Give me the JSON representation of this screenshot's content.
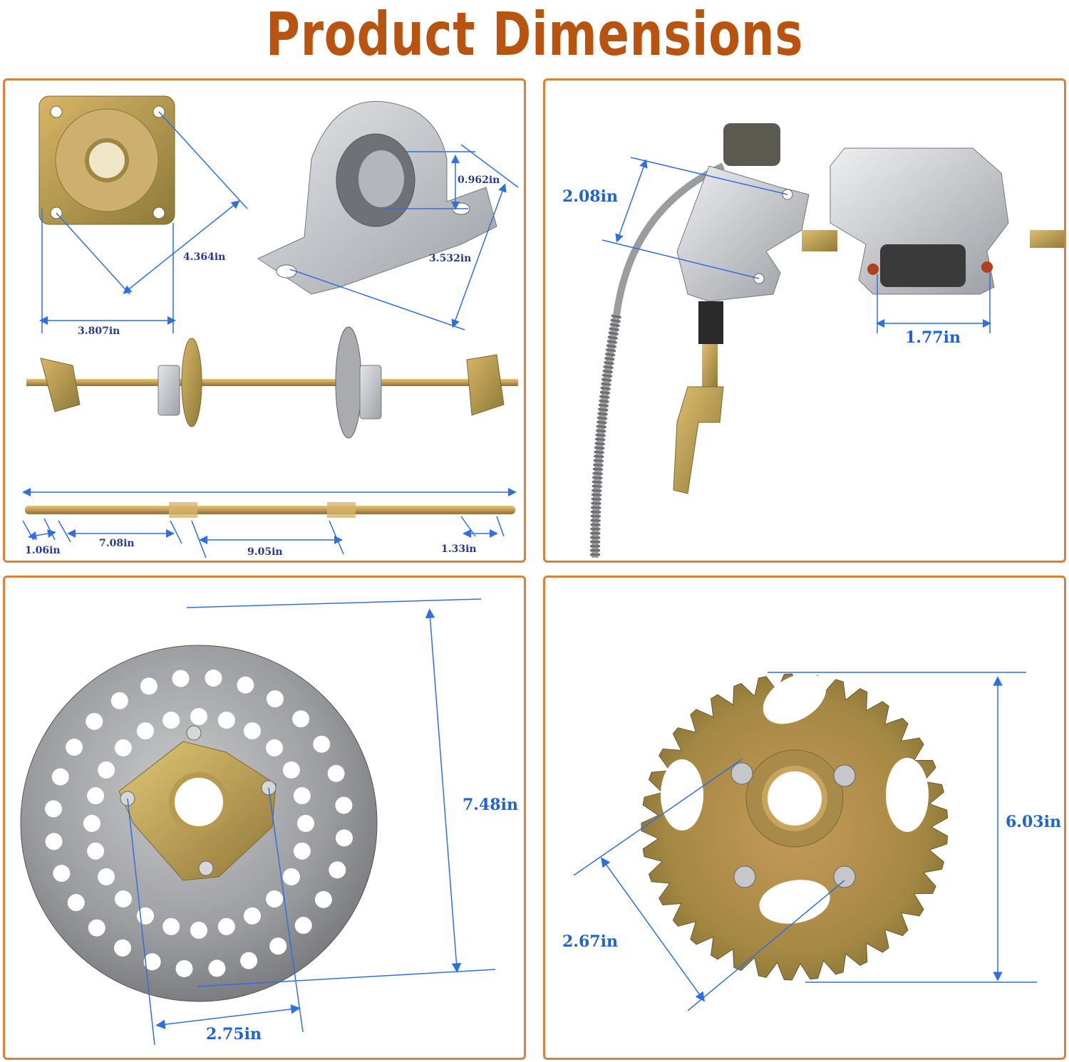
{
  "title": "Product Dimensions",
  "colors": {
    "title": "#b85410",
    "panel_border": "#d9813a",
    "dimension_line": "#2f6fe0",
    "metal_gold": "#c9a24a",
    "metal_silver": "#b9bcc0"
  },
  "panels": {
    "axle_assembly": {
      "hub_width": "3.807in",
      "hub_diagonal": "4.364in",
      "bearing_bore": "0.962in",
      "bearing_length": "3.532in",
      "shaft_end": "1.06in",
      "spline_a": "7.08in",
      "middle": "9.05in",
      "spline_b": "1.33in"
    },
    "brake_system": {
      "master_cylinder_holes": "2.08in",
      "caliper_mount": "1.77in"
    },
    "brake_disc": {
      "diameter": "7.48in",
      "hub_bolt_spacing": "2.75in"
    },
    "sprocket": {
      "diameter": "6.03in",
      "bolt_spacing": "2.67in"
    }
  }
}
